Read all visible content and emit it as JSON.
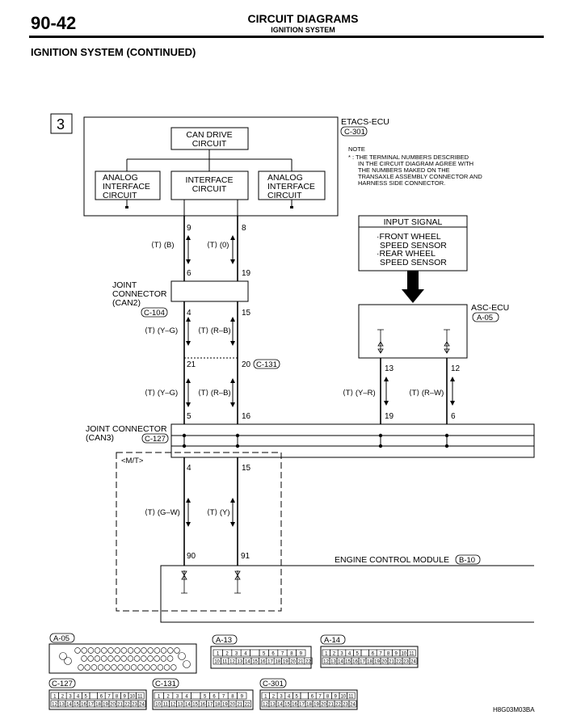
{
  "header": {
    "page_number": "90-42",
    "title": "CIRCUIT DIAGRAMS",
    "subtitle": "IGNITION SYSTEM",
    "section": "IGNITION SYSTEM (CONTINUED)"
  },
  "diagram": {
    "page_marker": "3",
    "etacs": {
      "title": "ETACS-ECU",
      "code": "C-301"
    },
    "can_drive": [
      "CAN DRIVE",
      "CIRCUIT"
    ],
    "analog_left": [
      "ANALOG",
      "INTERFACE",
      "CIRCUIT"
    ],
    "interface": [
      "INTERFACE",
      "CIRCUIT"
    ],
    "analog_right": [
      "ANALOG",
      "INTERFACE",
      "CIRCUIT"
    ],
    "note": {
      "title": "NOTE",
      "lines": [
        "* : THE TERMINAL NUMBERS DESCRIBED",
        "IN THE CIRCUIT DIAGRAM AGREE WITH",
        "THE NUMBERS MAKED ON THE",
        "TRANSAXLE ASSEMBLY CONNECTOR AND",
        "HARNESS SIDE CONNECTOR."
      ]
    },
    "input_signal": {
      "title": "INPUT SIGNAL",
      "lines": [
        "·FRONT WHEEL",
        "SPEED SENSOR",
        "·REAR WHEEL",
        "SPEED SENSOR"
      ]
    },
    "asc": {
      "title": "ASC-ECU",
      "code": "A-05"
    },
    "joint_can2": {
      "lines": [
        "JOINT",
        "CONNECTOR",
        "(CAN2)"
      ],
      "code": "C-104"
    },
    "joint_can3": {
      "lines": [
        "JOINT CONNECTOR",
        "(CAN3)"
      ],
      "code": "C-127"
    },
    "mt_label": "<M/T>",
    "ecm": {
      "title": "ENGINE CONTROL MODULE",
      "code": "B-10"
    },
    "c131_code": "C-131",
    "terminals": {
      "t9": "9",
      "t8": "8",
      "t6": "6",
      "t19": "19",
      "t4a": "4",
      "t15a": "15",
      "t21": "21",
      "t20": "20",
      "t5": "5",
      "t16": "16",
      "t4b": "4",
      "t15b": "15",
      "t90": "90",
      "t91": "91",
      "t13": "13",
      "t12": "12",
      "t19b": "19",
      "t6b": "6"
    },
    "wires": {
      "w1": "⟨T⟩ (B)",
      "w2": "⟨T⟩ (0)",
      "w3": "⟨T⟩ (Y–G)",
      "w4": "⟨T⟩ (R–B)",
      "w5": "⟨T⟩ (Y–G)",
      "w6": "⟨T⟩ (R–B)",
      "w7": "⟨T⟩ (G–W)",
      "w8": "⟨T⟩ (Y)",
      "w9": "⟨T⟩ (Y–R)",
      "w10": "⟨T⟩ (R–W)"
    }
  },
  "connectors": {
    "a05": "A-05",
    "a13": "A-13",
    "a14": "A-14",
    "c127": "C-127",
    "c131": "C-131",
    "c301": "C-301",
    "a13_row1": [
      "1",
      "2",
      "3",
      "4",
      "",
      "5",
      "6",
      "7",
      "8",
      "9"
    ],
    "a13_row2": [
      "10",
      "11",
      "12",
      "13",
      "14",
      "15",
      "16",
      "17",
      "18",
      "19",
      "20",
      "21",
      "22"
    ],
    "std_row1": [
      "1",
      "2",
      "3",
      "4",
      "5",
      "",
      "6",
      "7",
      "8",
      "9",
      "10",
      "11"
    ],
    "std_row2": [
      "12",
      "13",
      "14",
      "15",
      "16",
      "17",
      "18",
      "19",
      "20",
      "21",
      "22",
      "23",
      "24"
    ],
    "c131_row1": [
      "1",
      "2",
      "3",
      "4",
      "",
      "5",
      "6",
      "7",
      "8",
      "9"
    ],
    "c131_row2": [
      "10",
      "11",
      "12",
      "13",
      "14",
      "15",
      "16",
      "17",
      "18",
      "19",
      "20",
      "21",
      "22"
    ]
  },
  "figure_code": "H8G03M03BA"
}
